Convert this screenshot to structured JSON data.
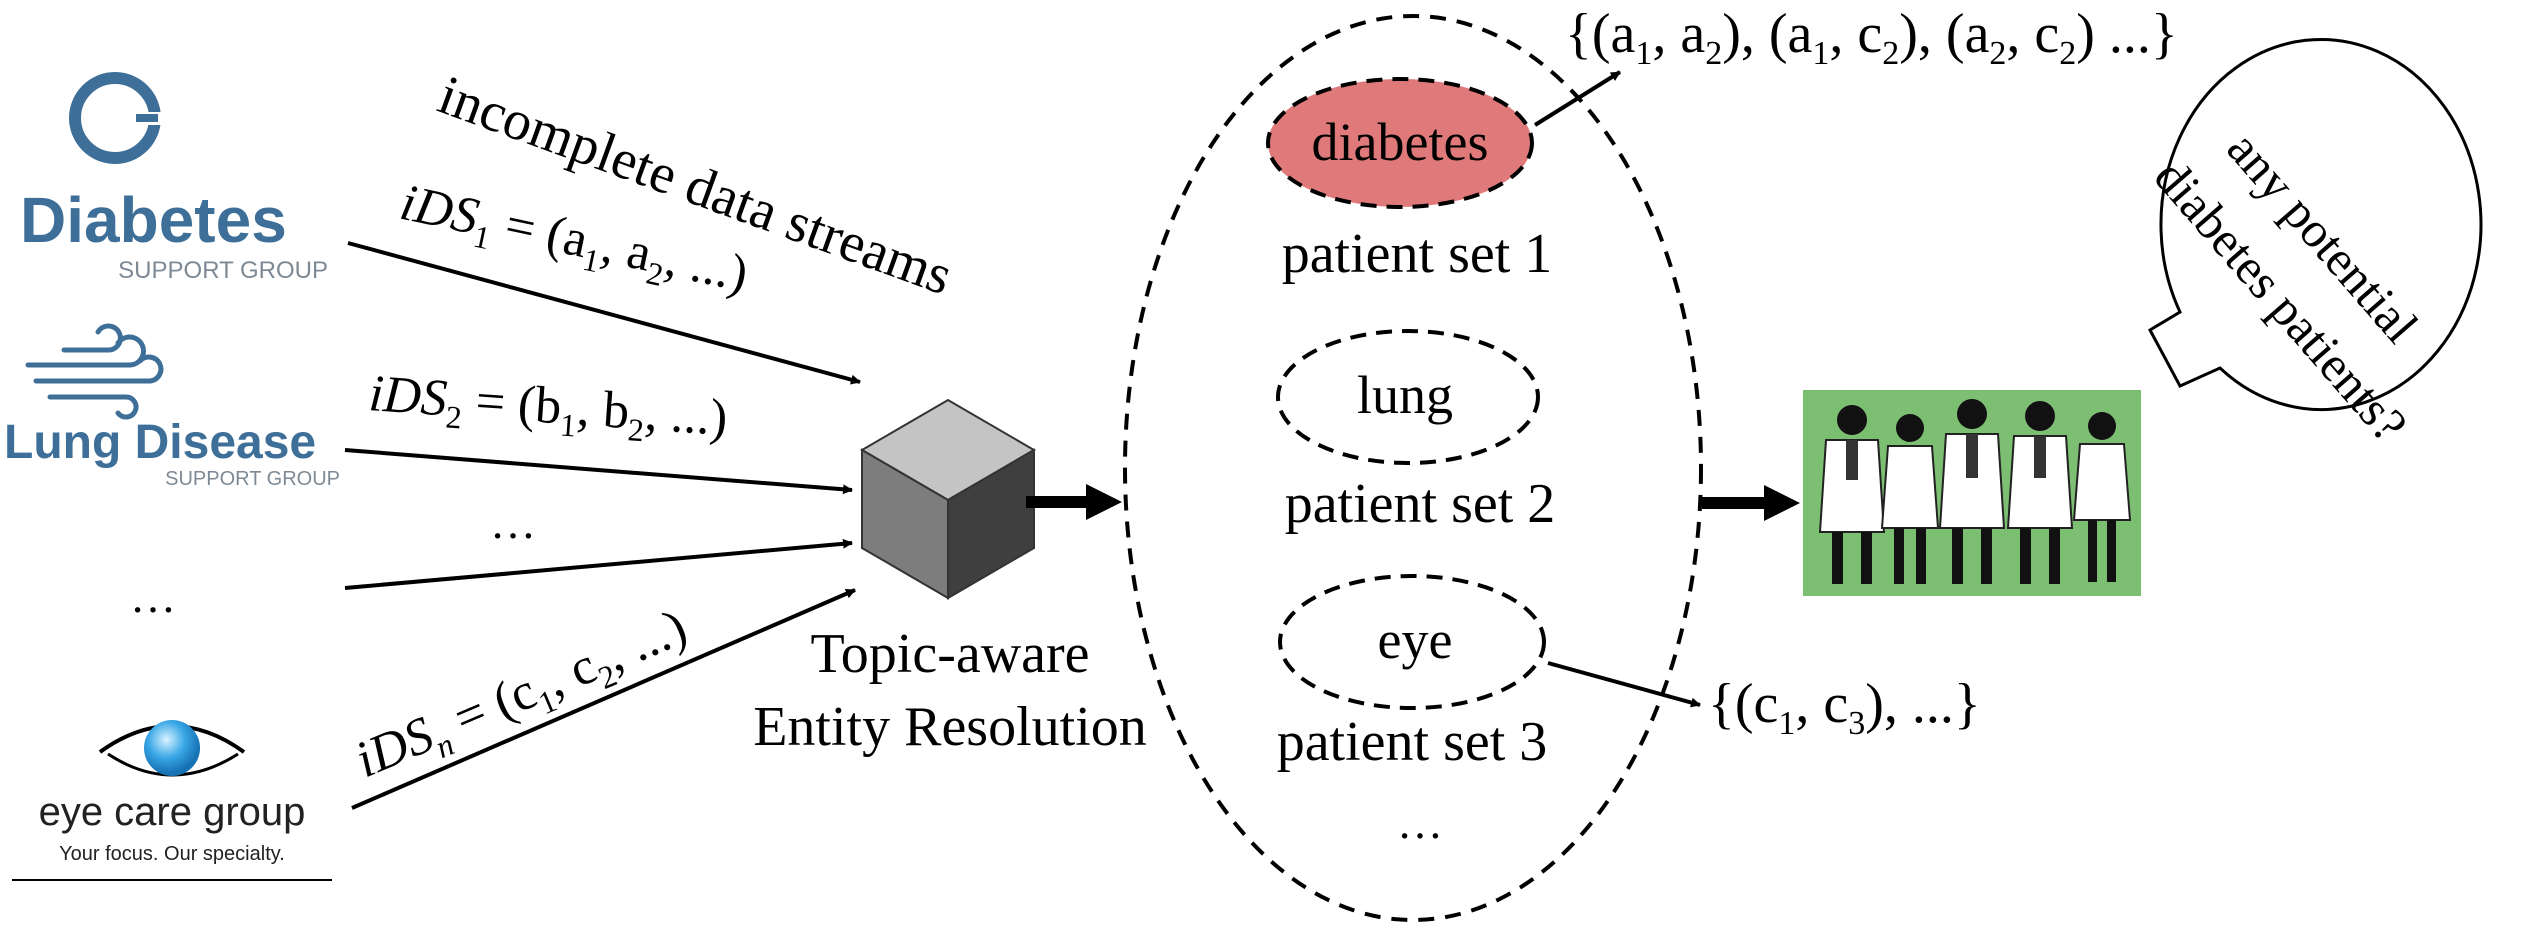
{
  "logos": {
    "diabetes": {
      "title": "Diabetes",
      "subtitle": "SUPPORT GROUP"
    },
    "lung": {
      "title": "Lung Disease",
      "subtitle": "SUPPORT GROUP"
    },
    "ellipsis": "…",
    "eye": {
      "title": "eye care group",
      "tagline": "Your focus. Our specialty."
    }
  },
  "streams": {
    "label": "incomplete data streams",
    "ids1": {
      "name": "iDS",
      "sub": "1",
      "rest": " = (a",
      "s1": "1",
      "mid": ", a",
      "s2": "2",
      "end": ", ...)"
    },
    "ids2": {
      "name": "iDS",
      "sub": "2",
      "rest": " = (b",
      "s1": "1",
      "mid": ", b",
      "s2": "2",
      "end": ", ...)"
    },
    "ellipsis": "…",
    "idsn": {
      "name": "iDS",
      "sub": "n",
      "rest": " = (c",
      "s1": "1",
      "mid": ", c",
      "s2": "2",
      "end": ", ...)"
    }
  },
  "processor": {
    "line1": "Topic-aware",
    "line2": "Entity Resolution"
  },
  "topics": [
    {
      "label": "diabetes",
      "set": "patient set 1",
      "fill": "#e07a7a"
    },
    {
      "label": "lung",
      "set": "patient set 2"
    },
    {
      "label": "eye",
      "set": "patient set 3"
    }
  ],
  "topics_ellipsis": "…",
  "pairs": {
    "top": {
      "a": "{(a",
      "a1": "1",
      "b": ", a",
      "b1": "2",
      "c": "), (a",
      "c1": "1",
      "d": ", c",
      "d1": "2",
      "e": "), (a",
      "e1": "2",
      "f": ", c",
      "f1": "2",
      "g": ") ...}"
    },
    "bottom": {
      "a": "{(c",
      "a1": "1",
      "b": ", c",
      "b1": "3",
      "c": "), ...}"
    }
  },
  "doctors_panel": {
    "bg": "#7dbf72"
  },
  "bubble": {
    "line1": "any potential",
    "line2": "diabetes patients?"
  },
  "colors": {
    "logo_blue": "#3e6f98",
    "logo_gray": "#7d8a95",
    "eye_blue": "#39a7e6"
  }
}
